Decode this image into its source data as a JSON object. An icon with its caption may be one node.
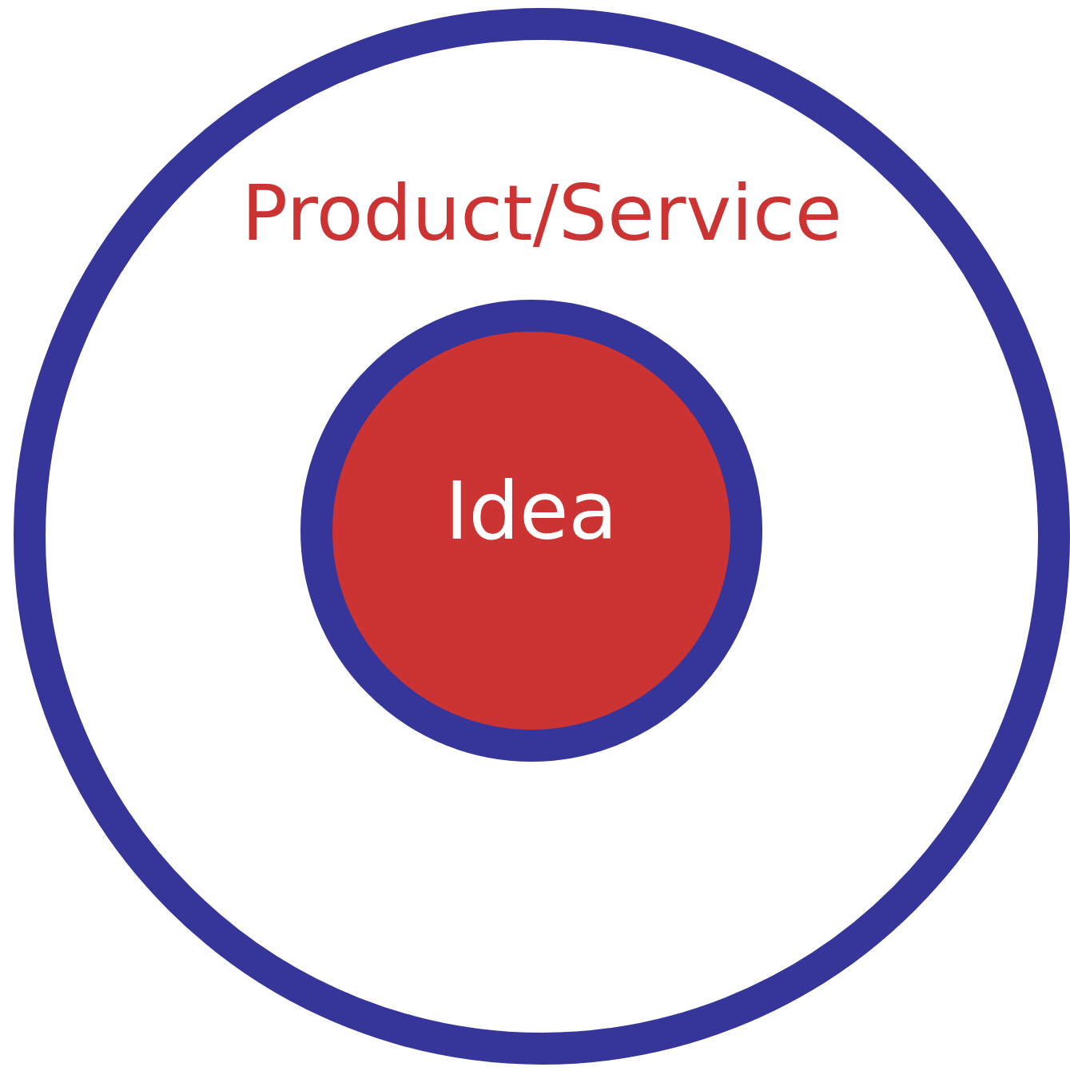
{
  "diagram": {
    "nodes": [
      {
        "text": [
          "Product/Service"
        ]
      },
      {
        "text": [
          "Idea"
        ],
        "in": 0
      }
    ]
  }
}
